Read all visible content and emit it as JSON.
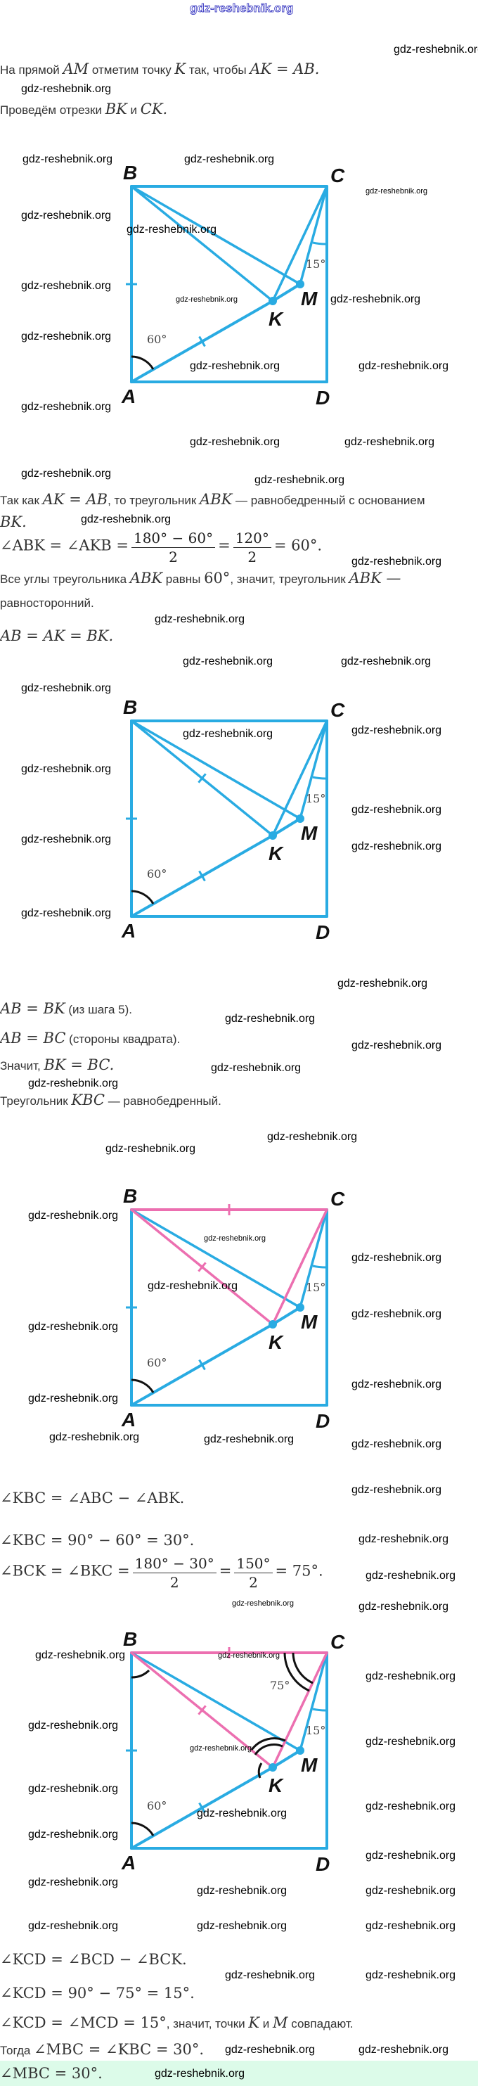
{
  "site_logo": "gdz-reshebnik.org",
  "watermark": "gdz-reshebnik.org",
  "colors": {
    "figure_blue": "#29abe2",
    "highlight_pink": "#ec6fb0",
    "answer_bg": "#dcfbe9"
  },
  "step1": {
    "line1_a": "На прямой ",
    "line1_am": "AM",
    "line1_b": " отметим точку ",
    "line1_k": "K",
    "line1_c": " так, чтобы ",
    "line1_eq": "AK = AB.",
    "line2_a": "Проведём отрезки ",
    "line2_bk": "BK",
    "line2_and": " и ",
    "line2_ck": "CK."
  },
  "diagram": {
    "A": "A",
    "B": "B",
    "C": "C",
    "D": "D",
    "K": "K",
    "M": "M",
    "angle_60": "60°",
    "angle_15": "15°",
    "angle_75": "75°"
  },
  "step2": {
    "l1_a": "Так как ",
    "l1_eq": "AK = AB",
    "l1_b": ", то треугольник ",
    "l1_abk": "ABK",
    "l1_c": " — равнобедренный с основанием",
    "l2": "BK.",
    "f_lhs": "∠ABK = ∠AKB =",
    "f_num1": "180° − 60°",
    "f_den1": "2",
    "f_eq": "=",
    "f_num2": "120°",
    "f_den2": "2",
    "f_res": "= 60°.",
    "l3_a": "Все углы треугольника ",
    "l3_abk": "ABK",
    "l3_b": " равны ",
    "l3_60": "60°",
    "l3_c": ", значит, треугольник ",
    "l3_abk2": "ABK —",
    "l4": "равносторонний.",
    "l5": "AB = AK = BK."
  },
  "step3": {
    "l1_eq": "AB = BK",
    "l1_note": " (из шага 5).",
    "l2_eq": "AB = BC",
    "l2_note": " (стороны квадрата).",
    "l3_a": "Значит, ",
    "l3_eq": "BK = BC.",
    "l4_a": "Треугольник ",
    "l4_kbc": "KBC",
    "l4_b": " — равнобедренный."
  },
  "step4": {
    "l1": "∠KBC = ∠ABC − ∠ABK.",
    "l2": "∠KBC = 90° − 60° = 30°.",
    "f_lhs": "∠BCK = ∠BKC =",
    "f_num1": "180° − 30°",
    "f_den1": "2",
    "f_eq": "=",
    "f_num2": "150°",
    "f_den2": "2",
    "f_res": "= 75°."
  },
  "step5": {
    "l1": "∠KCD = ∠BCD − ∠BCK.",
    "l2": "∠KCD = 90° − 75° = 15°.",
    "l3_eq": "∠KCD = ∠MCD = 15°",
    "l3_a": ", значит, точки ",
    "l3_k": "K",
    "l3_and": " и ",
    "l3_m": "M",
    "l3_b": " совпадают.",
    "l4_a": "Тогда ",
    "l4_eq": "∠MBC = ∠KBC = 30°."
  },
  "answer": "∠MBC = 30°."
}
